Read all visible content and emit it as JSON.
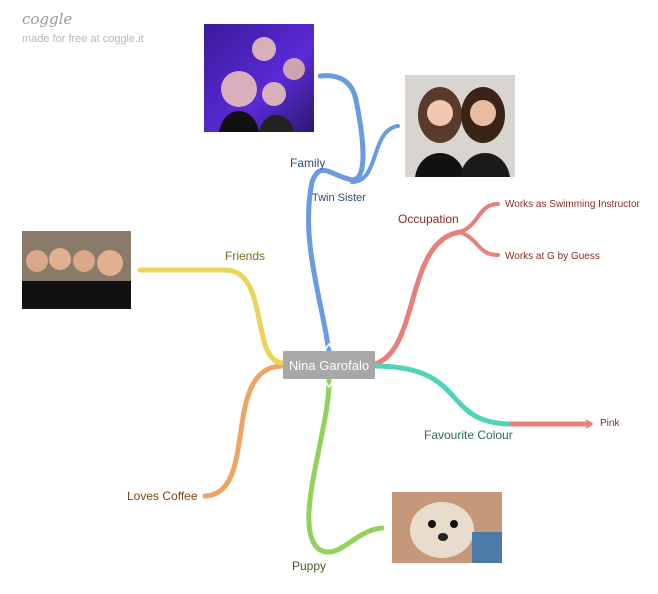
{
  "brand": {
    "logo": "coggle",
    "tagline": "made for free at coggle.it"
  },
  "center_node": {
    "label": "Nina Garofalo"
  },
  "branches": {
    "family": {
      "label": "Family",
      "color": "#6a9be0",
      "text_color": "#2e4a7a",
      "children": {
        "twin_sister": {
          "label": "Twin Sister"
        }
      }
    },
    "occupation": {
      "label": "Occupation",
      "color": "#e77f7b",
      "text_color": "#8a2a24",
      "children": {
        "swimming": {
          "label": "Works as Swimming Instructor"
        },
        "guess": {
          "label": "Works at G by Guess"
        }
      }
    },
    "favourite_colour": {
      "label": "Favourite Colour",
      "color": "#4fd4b8",
      "text_color": "#2a6b5e",
      "children": {
        "pink": {
          "label": "Pink",
          "color": "#e77f7b"
        }
      }
    },
    "puppy": {
      "label": "Puppy",
      "color": "#92d15c",
      "text_color": "#3f5a24"
    },
    "loves_coffee": {
      "label": "Loves Coffee",
      "color": "#eea563",
      "text_color": "#7a4618"
    },
    "friends": {
      "label": "Friends",
      "color": "#ebd45a",
      "text_color": "#7a6a1e"
    }
  },
  "photos": {
    "family": "family photo",
    "twin_sister": "twin sister photo",
    "friends": "friends photo",
    "puppy": "puppy photo"
  }
}
